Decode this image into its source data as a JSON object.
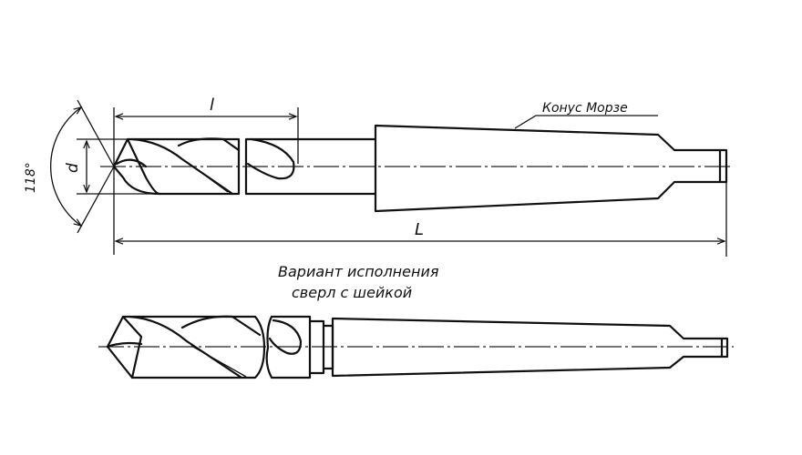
{
  "drawing": {
    "dims": {
      "flute_length": "l",
      "total_length": "L",
      "diameter": "d",
      "point_angle": "118°"
    },
    "callout_morse_taper": "Конус Морзе",
    "variant_caption_line1": "Вариант исполнения",
    "variant_caption_line2": "сверл с шейкой"
  }
}
